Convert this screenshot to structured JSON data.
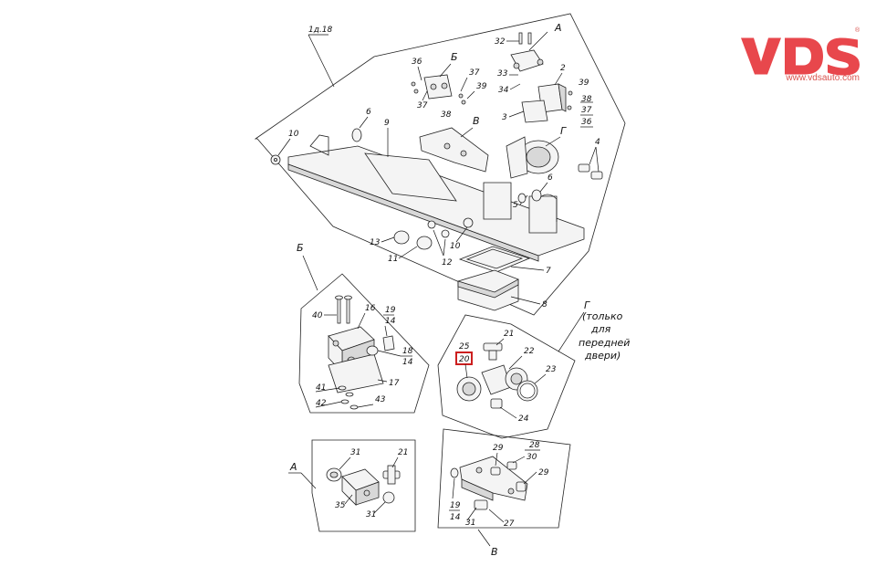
{
  "logo": {
    "text": "VDS",
    "url": "www.vdsauto.com",
    "registered": "®",
    "color": "#e8474c"
  },
  "highlight_color": "#cc1f1f",
  "callouts": {
    "sheet_ref": "1д.18",
    "n32": "32",
    "A_top": "А",
    "n36a": "36",
    "B_top": "Б",
    "n37a": "37",
    "n2": "2",
    "n33": "33",
    "n34": "34",
    "n37b": "37",
    "n39a": "39",
    "n39b": "39",
    "n38a": "38",
    "n37c": "37",
    "n36b": "36",
    "n3": "3",
    "n6a": "6",
    "n9": "9",
    "V_top": "В",
    "G_top": "Г",
    "n10a": "10",
    "n4": "4",
    "n5": "5",
    "n6b": "6",
    "n13": "13",
    "n11": "11",
    "n12": "12",
    "n10b": "10",
    "n7": "7",
    "n8": "8",
    "n38b": "38"
  },
  "detail_B": {
    "title": "Б",
    "labels": {
      "n40": "40",
      "n16": "16",
      "n19": "19",
      "n14a": "14",
      "n18": "18",
      "n14b": "14",
      "n17": "17",
      "n41": "41",
      "n42": "42",
      "n43": "43"
    }
  },
  "detail_G": {
    "title": "Г",
    "note_lines": [
      "(только",
      "для",
      "передней",
      "двери)"
    ],
    "labels": {
      "n21": "21",
      "n25": "25",
      "n22": "22",
      "n20": "20",
      "n23": "23",
      "n24": "24"
    }
  },
  "detail_A": {
    "title": "А",
    "labels": {
      "n31a": "31",
      "n21": "21",
      "n35": "35",
      "n31b": "31"
    }
  },
  "detail_V": {
    "title": "В",
    "labels": {
      "n29a": "29",
      "n28": "28",
      "n30": "30",
      "n29b": "29",
      "n19": "19",
      "n14": "14",
      "n31": "31",
      "n27": "27"
    }
  }
}
